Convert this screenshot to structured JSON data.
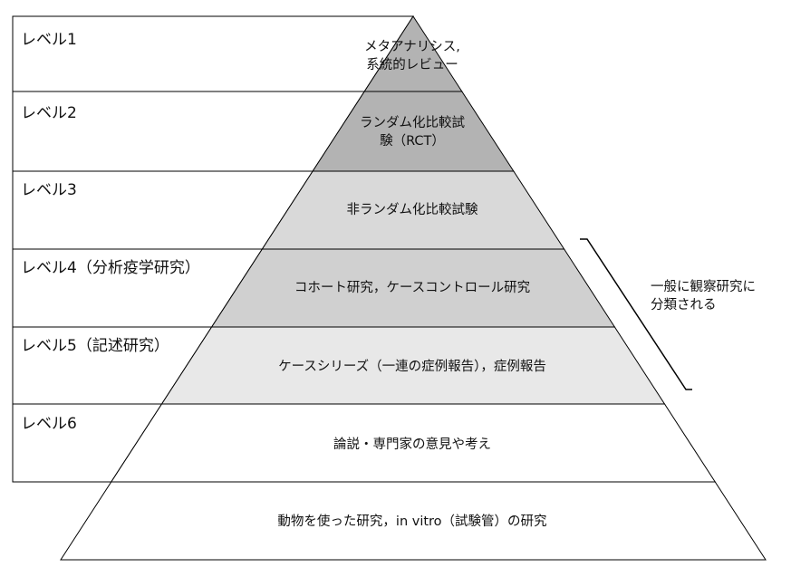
{
  "levels": [
    {
      "label": "レベル1",
      "text": [
        "メタアナリシス,",
        "系統的レビュー"
      ],
      "fill": "#b3b3b3"
    },
    {
      "label": "レベル2",
      "text": [
        "ランダム化比較試",
        "験（RCT）"
      ],
      "fill": "#b3b3b3"
    },
    {
      "label": "レベル3",
      "text": [
        "非ランダム化比較試験"
      ],
      "fill": "#d9d9d9"
    },
    {
      "label": "レベル4（分析疫学研究）",
      "text": [
        "コホート研究，ケースコントロール研究"
      ],
      "fill": "#d0d0d0"
    },
    {
      "label": "レベル5（記述研究）",
      "text": [
        "ケースシリーズ（一連の症例報告），症例報告"
      ],
      "fill": "#e8e8e8"
    },
    {
      "label": "レベル6",
      "text": [
        "論説・専門家の意見や考え"
      ],
      "fill": "#ffffff"
    }
  ],
  "base": {
    "text": [
      "動物を使った研究，in vitro（試験管）の研究"
    ],
    "fill": "#ffffff"
  },
  "bracket_note": [
    "一般に観察研究に",
    "分類される"
  ]
}
